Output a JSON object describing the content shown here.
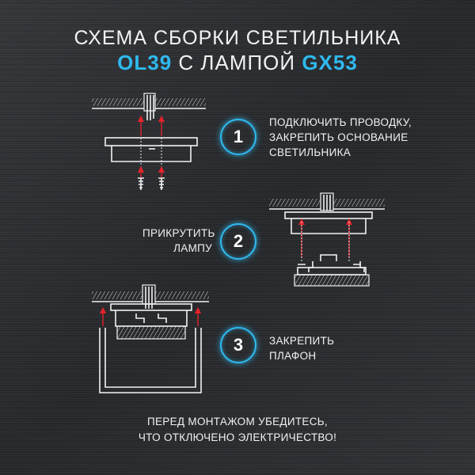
{
  "title": {
    "line1": "СХЕМА СБОРКИ СВЕТИЛЬНИКА",
    "model": "OL39",
    "middle": "С ЛАМПОЙ",
    "lamp": "GX53"
  },
  "steps": [
    {
      "number": "1",
      "lines": [
        "ПОДКЛЮЧИТЬ ПРОВОДКУ,",
        "ЗАКРЕПИТЬ ОСНОВАНИЕ",
        "СВЕТИЛЬНИКА"
      ]
    },
    {
      "number": "2",
      "lines": [
        "ПРИКРУТИТЬ",
        "ЛАМПУ"
      ]
    },
    {
      "number": "3",
      "lines": [
        "ЗАКРЕПИТЬ",
        "ПЛАФОН"
      ]
    }
  ],
  "footer": {
    "line1": "ПЕРЕД МОНТАЖОМ УБЕДИТЕСЬ,",
    "line2": "ЧТО ОТКЛЮЧЕНО ЭЛЕКТРИЧЕСТВО!"
  },
  "colors": {
    "accent": "#2fb9ef",
    "arrow": "#e0232b",
    "line": "#f2f2f2"
  }
}
